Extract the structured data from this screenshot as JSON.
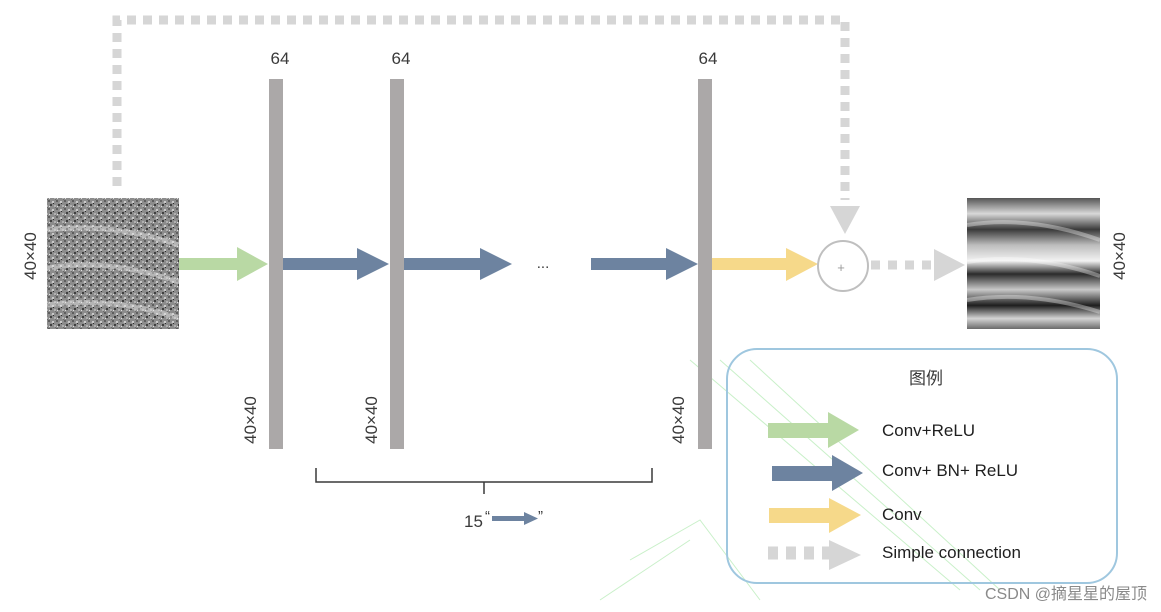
{
  "input_image": {
    "size_label": "40×40"
  },
  "output_image": {
    "size_label": "40×40"
  },
  "layers": [
    {
      "channels": "64",
      "size_label": "40×40"
    },
    {
      "channels": "64",
      "size_label": "40×40"
    },
    {
      "channels": "64",
      "size_label": "40×40"
    }
  ],
  "ellipsis": "...",
  "plus_symbol": "+",
  "repeat": {
    "count": "15",
    "open_quote": "“",
    "close_quote": "”"
  },
  "legend": {
    "title": "图例",
    "items": [
      {
        "label": "Conv+ReLU",
        "color": "#b9d9a4"
      },
      {
        "label": "Conv+ BN+ ReLU",
        "color": "#6d83a0"
      },
      {
        "label": "Conv",
        "color": "#f6d98a"
      },
      {
        "label": "Simple connection",
        "color": "#d6d6d6"
      }
    ],
    "border_color": "#9fc7df"
  },
  "colors": {
    "layer_bar": "#aba8a8",
    "skip_connection": "#d6d6d6",
    "circle": "#bfbfbf",
    "text": "#3a3a3a"
  },
  "watermark": "CSDN @摘星星的屋顶"
}
